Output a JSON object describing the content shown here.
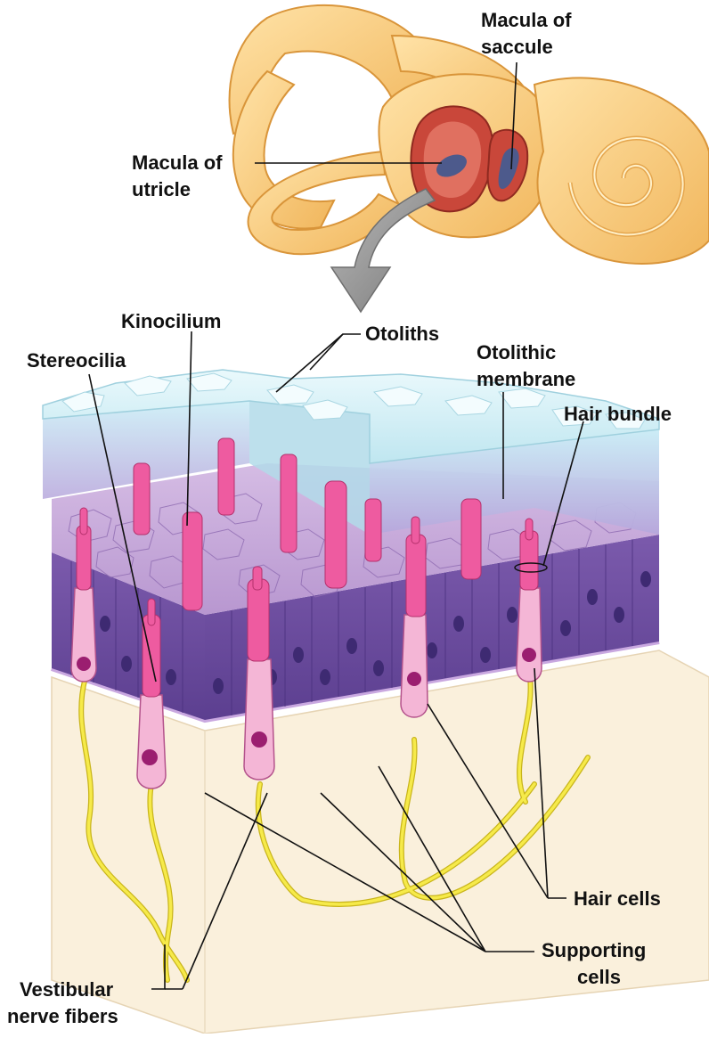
{
  "labels": {
    "macula_saccule_1": "Macula of",
    "macula_saccule_2": "saccule",
    "macula_utricle_1": "Macula of",
    "macula_utricle_2": "utricle",
    "kinocilium": "Kinocilium",
    "otoliths": "Otoliths",
    "stereocilia": "Stereocilia",
    "otolithic_membrane_1": "Otolithic",
    "otolithic_membrane_2": "membrane",
    "hair_bundle": "Hair bundle",
    "hair_cells": "Hair cells",
    "supporting_cells_1": "Supporting",
    "supporting_cells_2": "cells",
    "vestibular_nerve_1": "Vestibular",
    "vestibular_nerve_2": "nerve fibers"
  },
  "colors": {
    "bone": "#f7c877",
    "bone_dark": "#d9953a",
    "vestibule": "#c9473a",
    "macula": "#4d5a8c",
    "arrow": "#8a8a8a",
    "otolith_layer": "#cdeff7",
    "membrane_side": "#a9dbe9",
    "epithelium_top": "#c7a6d8",
    "epithelium_side": "#6a4c9c",
    "base": "#faf0dc",
    "hair_cell": "#f4b6d6",
    "stereocilia": "#ee5ba0",
    "nucleus": "#9b1e70",
    "nerve": "#f2e43a"
  }
}
